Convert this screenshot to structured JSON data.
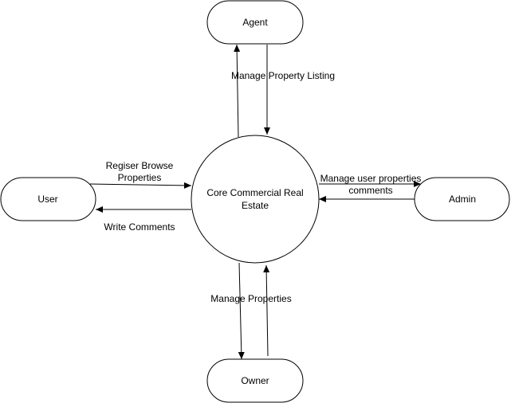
{
  "diagram": {
    "process": {
      "label_line1": "Core Commercial Real",
      "label_line2": "Estate"
    },
    "entities": {
      "agent": "Agent",
      "user": "User",
      "admin": "Admin",
      "owner": "Owner"
    },
    "flows": {
      "agent": "Manage Property Listing",
      "user_in_line1": "Regiser Browse",
      "user_in_line2": "Properties",
      "user_out": "Write Comments",
      "admin_line1": "Manage user properties",
      "admin_line2": "comments",
      "owner": "Manage Properties"
    }
  }
}
